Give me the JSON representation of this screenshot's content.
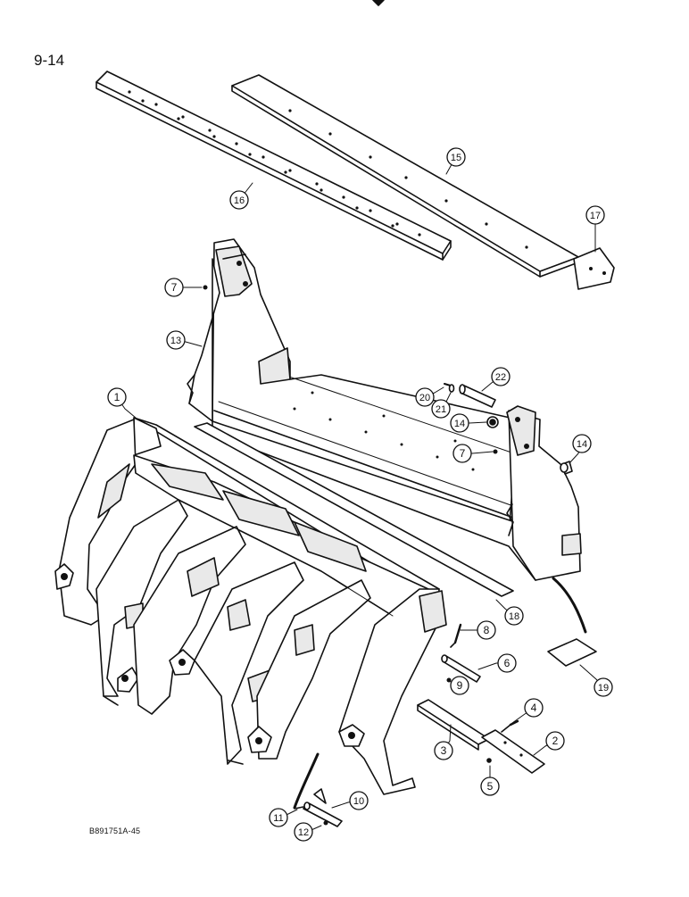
{
  "page": {
    "number": "9-14",
    "drawing_code": "B891751A-45"
  },
  "colors": {
    "ink": "#111111",
    "paper": "#ffffff",
    "shade": "#cfcfcf"
  },
  "callouts": [
    "1",
    "2",
    "3",
    "4",
    "5",
    "6",
    "7",
    "8",
    "9",
    "10",
    "11",
    "12",
    "13",
    "14",
    "15",
    "16",
    "17",
    "18",
    "19",
    "20",
    "21",
    "22"
  ]
}
